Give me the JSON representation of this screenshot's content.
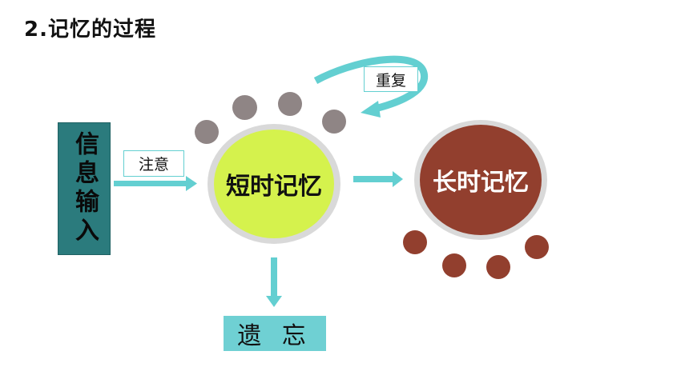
{
  "title": "2.记忆的过程",
  "input": {
    "label": "信息输入"
  },
  "labels": {
    "attention": "注意",
    "repeat": "重复",
    "forget": "遗 忘"
  },
  "nodes": {
    "short_term": "短时记忆",
    "long_term": "长时记忆"
  },
  "colors": {
    "teal_arrow": "#63cfd1",
    "input_box": "#2b7b7d",
    "short_term_fill": "#d5f24d",
    "long_term_fill": "#923f2e",
    "grey_dots": "#8f8585",
    "ring": "#d9d9d9"
  }
}
